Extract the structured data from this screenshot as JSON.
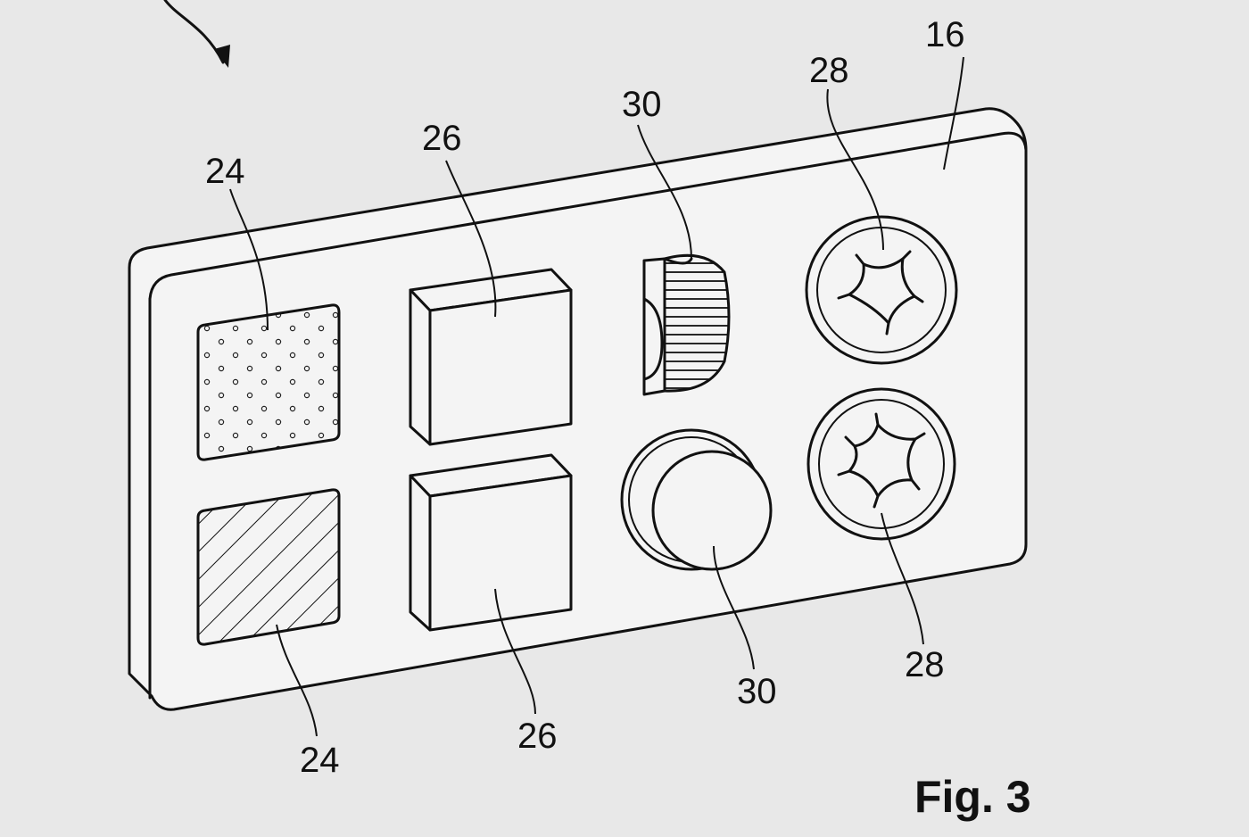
{
  "figure": {
    "caption": "Fig. 3",
    "reference_numerals": {
      "plate": "16",
      "panel_top_left": "24",
      "panel_bottom_left": "24",
      "block_top": "26",
      "block_bottom": "26",
      "knurled_knob": "30",
      "round_knob": "30",
      "star_button_top": "28",
      "star_button_bottom": "28"
    }
  },
  "colors": {
    "background": "#e8e8e8",
    "line": "#111111",
    "face": "#f4f4f4"
  }
}
